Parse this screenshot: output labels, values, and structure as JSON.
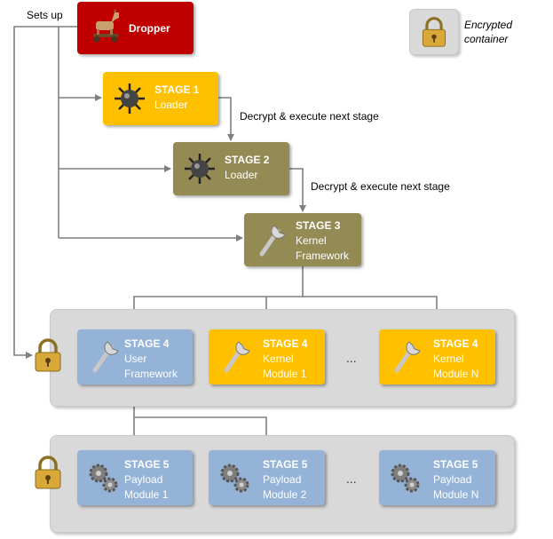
{
  "labels": {
    "sets_up": "Sets up",
    "decrypt1": "Decrypt & execute next stage",
    "decrypt2": "Decrypt & execute next stage",
    "ellipsis": "..."
  },
  "legend": {
    "line1": "Encrypted",
    "line2": "container",
    "icon": "padlock-icon"
  },
  "dropper": {
    "title": "Dropper",
    "icon": "trojan-horse-icon",
    "color": "#c00000"
  },
  "stage1": {
    "t1": "STAGE 1",
    "t2": "Loader",
    "icon": "spiked-mine-icon",
    "color": "#ffc000"
  },
  "stage2": {
    "t1": "STAGE 2",
    "t2": "Loader",
    "icon": "spiked-mine-icon",
    "color": "#948a54"
  },
  "stage3": {
    "t1": "STAGE 3",
    "t2": "Kernel",
    "t3": "Framework",
    "icon": "wrench-icon",
    "color": "#948a54"
  },
  "stage4": [
    {
      "t1": "STAGE 4",
      "t2": "User",
      "t3": "Framework",
      "icon": "wrench-icon",
      "color": "#95b3d7"
    },
    {
      "t1": "STAGE 4",
      "t2": "Kernel",
      "t3": "Module 1",
      "icon": "wrench-icon",
      "color": "#ffc000"
    },
    {
      "t1": "STAGE 4",
      "t2": "Kernel",
      "t3": "Module N",
      "icon": "wrench-icon",
      "color": "#ffc000"
    }
  ],
  "stage5": [
    {
      "t1": "STAGE 5",
      "t2": "Payload",
      "t3": "Module 1",
      "icon": "gears-icon",
      "color": "#95b3d7"
    },
    {
      "t1": "STAGE 5",
      "t2": "Payload",
      "t3": "Module 2",
      "icon": "gears-icon",
      "color": "#95b3d7"
    },
    {
      "t1": "STAGE 5",
      "t2": "Payload",
      "t3": "Module N",
      "icon": "gears-icon",
      "color": "#95b3d7"
    }
  ]
}
